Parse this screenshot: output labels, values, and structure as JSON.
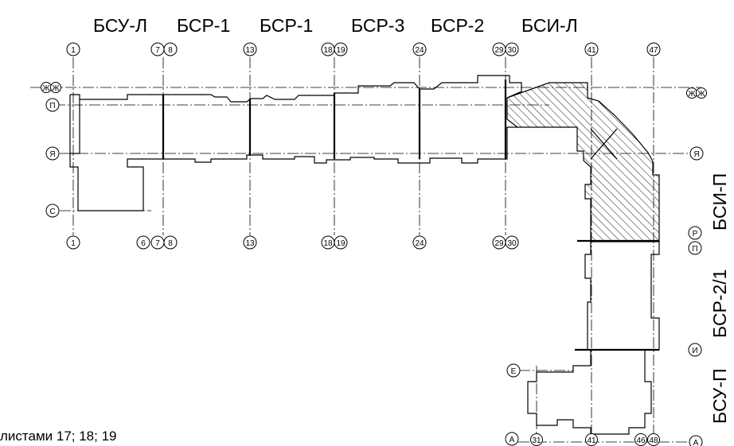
{
  "sections_top": [
    "БСУ-Л",
    "БСР-1",
    "БСР-1",
    "БСР-3",
    "БСР-2",
    "БСИ-Л"
  ],
  "sections_right": [
    "БСИ-П",
    "БСР-2/1",
    "БСУ-П"
  ],
  "axes_top": [
    "1",
    "7",
    "8",
    "13",
    "18",
    "19",
    "24",
    "29",
    "30",
    "41",
    "47"
  ],
  "axes_bottom": [
    "1",
    "6",
    "7",
    "8",
    "13",
    "18",
    "19",
    "24",
    "29",
    "30"
  ],
  "axes_left": [
    "Ж",
    "Ж",
    "П",
    "Я",
    "С"
  ],
  "axes_right": [
    "Ж",
    "Ж",
    "Я",
    "Р",
    "П",
    "И",
    "А"
  ],
  "axes_lower_left": [
    "Е",
    "А"
  ],
  "axes_lower_bottom": [
    "31",
    "41",
    "46",
    "48"
  ],
  "note": "листами 17; 18; 19"
}
